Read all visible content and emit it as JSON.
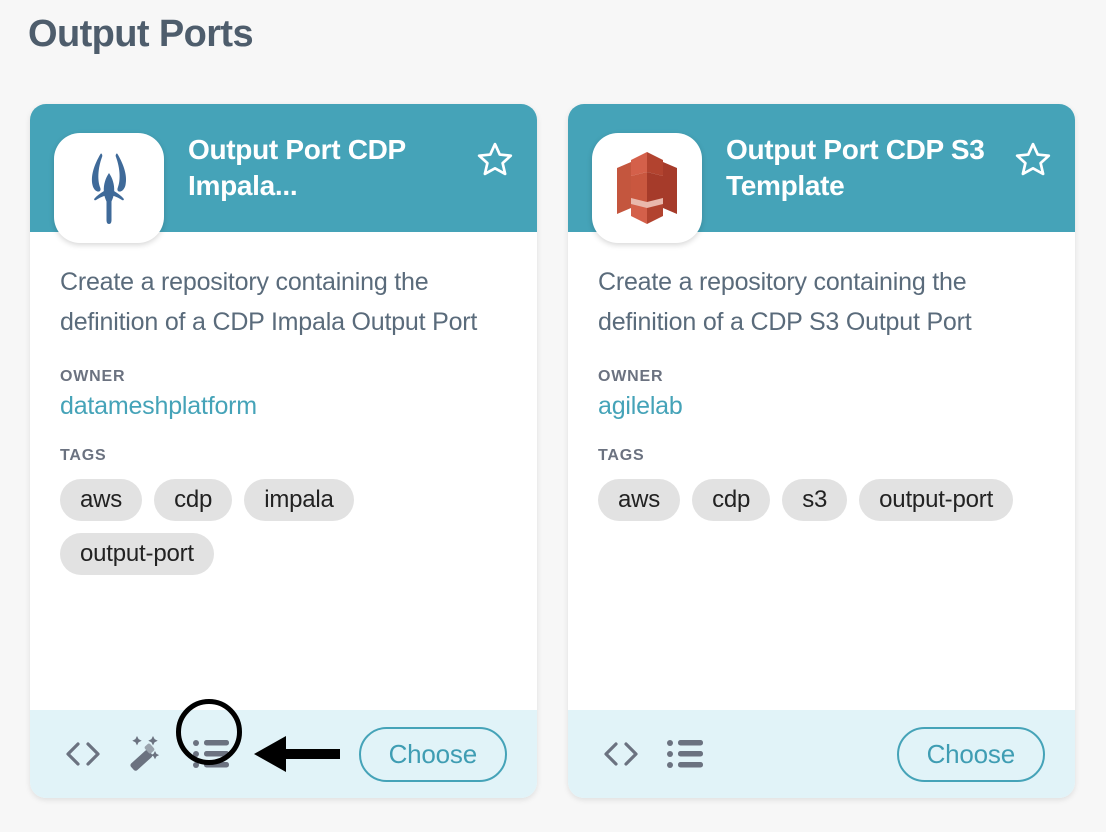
{
  "page": {
    "title": "Output Ports",
    "background_color": "#f7f7f7",
    "title_color": "#4e5d6c"
  },
  "theme": {
    "accent": "#45a3b8",
    "header_bg": "#45a3b8",
    "footer_bg": "#e1f3f8",
    "tag_bg": "#e2e2e2",
    "desc_color": "#5a6b7b",
    "label_color": "#6b7280",
    "link_color": "#45a3b8",
    "annotation_color": "#000000"
  },
  "labels": {
    "owner": "OWNER",
    "tags": "TAGS",
    "choose": "Choose"
  },
  "cards": [
    {
      "logo_icon": "impala-logo-icon",
      "title": "Output Port CDP Impala...",
      "favorite_icon": "star-outline-icon",
      "description": "Create a repository containing the definition of a CDP Impala Output Port",
      "owner": "datameshplatform",
      "tags": [
        "aws",
        "cdp",
        "impala",
        "output-port"
      ],
      "footer_icons": [
        "code-brackets-icon",
        "magic-wand-icon",
        "list-icon"
      ],
      "choose_label": "Choose"
    },
    {
      "logo_icon": "aws-s3-logo-icon",
      "title": "Output Port CDP S3 Template",
      "favorite_icon": "star-outline-icon",
      "description": "Create a repository containing the definition of a CDP S3 Output Port",
      "owner": "agilelab",
      "tags": [
        "aws",
        "cdp",
        "s3",
        "output-port"
      ],
      "footer_icons": [
        "code-brackets-icon",
        "list-icon"
      ],
      "choose_label": "Choose"
    }
  ],
  "annotation": {
    "target_icon": "list-icon",
    "target_card_index": 0,
    "shapes": [
      "highlight-circle",
      "left-pointing-arrow"
    ]
  }
}
